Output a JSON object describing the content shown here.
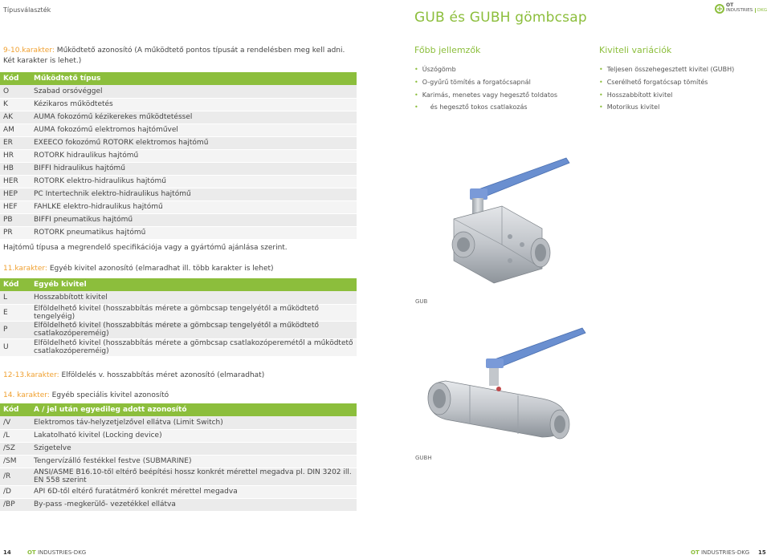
{
  "header": {
    "section_label": "Típusválaszték",
    "title": "GUB és GUBH gömbcsap",
    "logo_top": "OT",
    "logo_bottom": "INDUSTRIES",
    "logo_suffix": "DKG"
  },
  "actuator": {
    "intro_prefix": "9-10.karakter:",
    "intro_text": " Működtető azonosító (A működtető pontos típusát a rendelésben meg kell adni. Két karakter is lehet.)",
    "head_code": "Kód",
    "head_desc": "Működtető típus",
    "rows": [
      {
        "code": "O",
        "desc": "Szabad orsóvéggel"
      },
      {
        "code": "K",
        "desc": "Kézikaros működtetés"
      },
      {
        "code": "AK",
        "desc": "AUMA fokozómű kézikerekes működtetéssel"
      },
      {
        "code": "AM",
        "desc": "AUMA fokozómű elektromos hajtóművel"
      },
      {
        "code": "ER",
        "desc": "EXEECO fokozómű ROTORK elektromos hajtómű"
      },
      {
        "code": "HR",
        "desc": "ROTORK hidraulikus hajtómű"
      },
      {
        "code": "HB",
        "desc": "BIFFI hidraulikus hajtómű"
      },
      {
        "code": "HER",
        "desc": "ROTORK elektro-hidraulikus hajtómű"
      },
      {
        "code": "HEP",
        "desc": "PC Intertechnik elektro-hidraulikus hajtómű"
      },
      {
        "code": "HEF",
        "desc": "FAHLKE elektro-hidraulikus hajtómű"
      },
      {
        "code": "PB",
        "desc": "BIFFI pneumatikus hajtómű"
      },
      {
        "code": "PR",
        "desc": "ROTORK pneumatikus hajtómű"
      }
    ],
    "note": "Hajtómű típusa a megrendelő specifikációja vagy a gyártómű ajánlása szerint."
  },
  "other_version": {
    "intro_prefix": "11.karakter:",
    "intro_text": " Egyéb kivitel azonosító (elmaradhat ill. több karakter is lehet)",
    "head_code": "Kód",
    "head_desc": "Egyéb kivitel",
    "rows": [
      {
        "code": "L",
        "desc": "Hosszabbított kivitel"
      },
      {
        "code": "E",
        "desc": "Elföldelhető kivitel (hosszabbítás mérete a gömbcsap tengelyétől a működtető tengelyéig)"
      },
      {
        "code": "P",
        "desc": "Elföldelhető kivitel (hosszabbítás mérete a gömbcsap tengelyétől a működtető csatlakozópereméig)"
      },
      {
        "code": "U",
        "desc": "Elföldelhető kivitel (hosszabbítás mérete a gömbcsap csatlakozóperemétől a működtető csatlakozópereméig)"
      }
    ]
  },
  "grounding": {
    "prefix": "12-13.karakter:",
    "text": " Elföldelés v. hosszabbítás méret azonosító (elmaradhat)"
  },
  "special": {
    "intro_prefix": "14. karakter:",
    "intro_text": " Egyéb speciális kivitel azonosító",
    "head_code": "Kód",
    "head_desc": "A / jel után egyedileg adott azonosító",
    "rows": [
      {
        "code": "/V",
        "desc": "Elektromos táv-helyzetjelzővel ellátva (Limit Switch)"
      },
      {
        "code": "/L",
        "desc": "Lakatolható kivitel (Locking device)"
      },
      {
        "code": "/SZ",
        "desc": "Szigetelve"
      },
      {
        "code": "/SM",
        "desc": "Tengervízálló festékkel festve (SUBMARINE)"
      },
      {
        "code": "/R",
        "desc": "ANSI/ASME B16.10-től eltérő beépítési hossz konkrét mérettel megadva pl. DIN 3202 ill. EN 558 szerint"
      },
      {
        "code": "/D",
        "desc": "API 6D-től eltérő furatátmérő konkrét mérettel megadva"
      },
      {
        "code": "/BP",
        "desc": "By-pass -megkerülő- vezetékkel ellátva"
      }
    ]
  },
  "features": {
    "title": "Főbb jellemzők",
    "items": [
      "Úszógömb",
      "O-gyűrű tömítés a forgatócsapnál",
      "Karimás, menetes vagy hegesztő toldatos",
      "és hegesztő tokos csatlakozás"
    ]
  },
  "variations": {
    "title": "Kiviteli variációk",
    "items": [
      "Teljesen összehegesztett kivitel (GUBH)",
      "Cserélhető forgatócsap tömítés",
      "Hosszabbított kivitel",
      "Motorikus kivitel"
    ]
  },
  "photos": {
    "gub_label": "GUB",
    "gubh_label": "GUBH"
  },
  "footer": {
    "left_page": "14",
    "left_brand": "OT",
    "left_brand_rest": " INDUSTRIES-DKG",
    "right_brand": "OT",
    "right_brand_rest": " INDUSTRIES-DKG",
    "right_page": "15"
  },
  "colors": {
    "accent_green": "#8cbe3c",
    "accent_orange": "#f0a030",
    "handle_blue": "#6a8fd0",
    "steel": "#c9ccd0"
  }
}
